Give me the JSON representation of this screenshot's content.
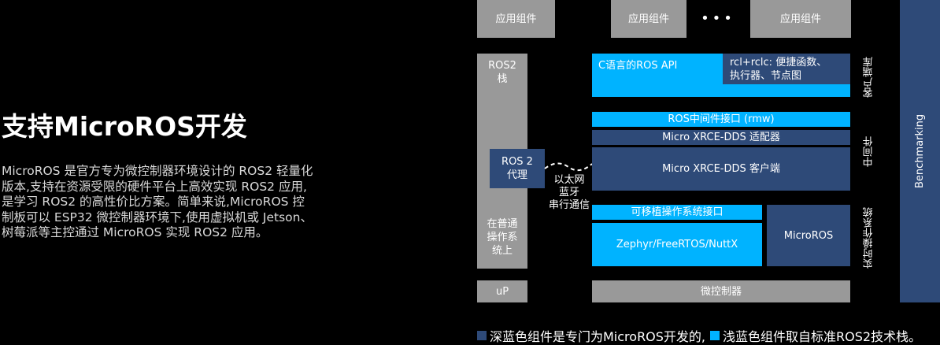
{
  "heading": {
    "title": "支持MicroROS开发",
    "description": "MicroROS 是官方专为微控制器环境设计的 ROS2 轻量化版本,支持在资源受限的硬件平台上高效实现 ROS2 应用,是学习 ROS2 的高性价比方案。简单来说,MicroROS 控制板可以 ESP32 微控制器环境下,使用虚拟机或 Jetson、树莓派等主控通过 MicroROS 实现 ROS2 应用。"
  },
  "colors": {
    "gray": "#999999",
    "light_blue": "#00b3ff",
    "dark_blue": "#2e4a78",
    "background": "#000000"
  },
  "diagram": {
    "app_components": [
      "应用组件",
      "应用组件",
      "应用组件"
    ],
    "ellipsis": "•••",
    "ros2_stack": "ROS2栈",
    "ros2_agent": "ROS 2\n代理",
    "normal_os": "在普通\n操作系\n统上",
    "up": "uP",
    "transport": "以太网\n蓝牙\n串行通信",
    "c_api": "C语言的ROS API",
    "rclc": "rcl+rclc: 便捷函数、\n执行器、节点图",
    "rmw": "ROS中间件接口 (rmw)",
    "xrce_adapter": "Micro XRCE-DDS 适配器",
    "xrce_client": "Micro XRCE-DDS 客户端",
    "portable_os": "可移植操作系统接口",
    "rtos": "Zephyr/FreeRTOS/NuttX",
    "microros": "MicroROS",
    "mcu": "微控制器",
    "layer_client": "客户端库",
    "layer_middleware": "中间件",
    "layer_rtos": "实时操作系统",
    "benchmarking": "Benchmarking"
  },
  "legend": {
    "dark_text": "深蓝色组件是专门为MicroROS开发的,",
    "light_text": "浅蓝色组件取自标准ROS2技术栈。"
  }
}
